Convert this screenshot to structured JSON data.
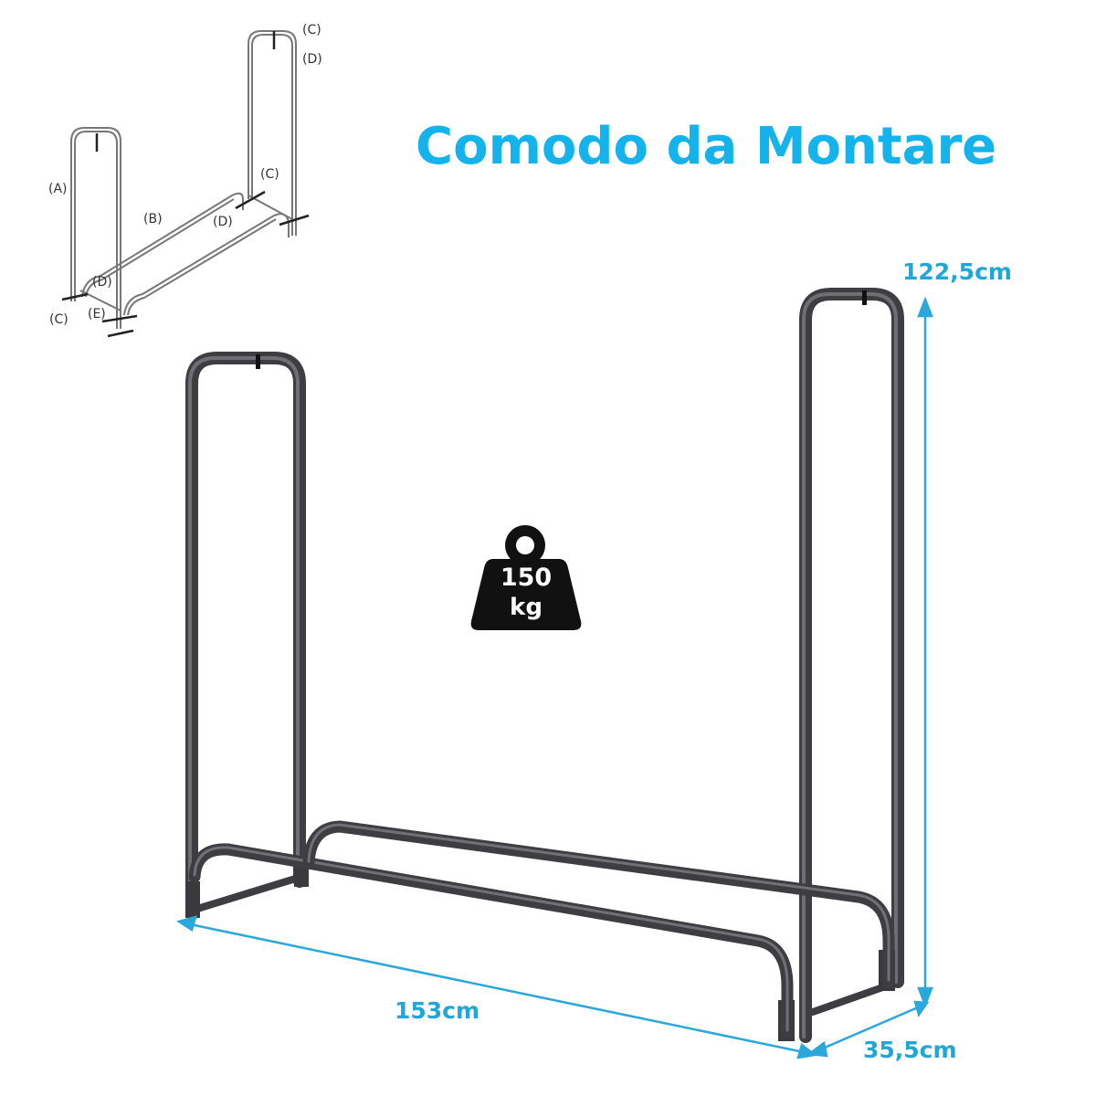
{
  "headline": "Comodo da Montare",
  "dimensions": {
    "height": "122,5cm",
    "width": "153cm",
    "depth": "35,5cm"
  },
  "weight_badge": {
    "value": "150",
    "unit": "kg",
    "icon": "weight-icon"
  },
  "assembly_diagram": {
    "part_labels": [
      "(A)",
      "(B)",
      "(C)",
      "(D)",
      "(C)",
      "(D)",
      "(D)",
      "(C)",
      "(E)"
    ]
  },
  "colors": {
    "accent": "#15b3ec",
    "frame": "#4a4a4e",
    "badge": "#111111"
  }
}
